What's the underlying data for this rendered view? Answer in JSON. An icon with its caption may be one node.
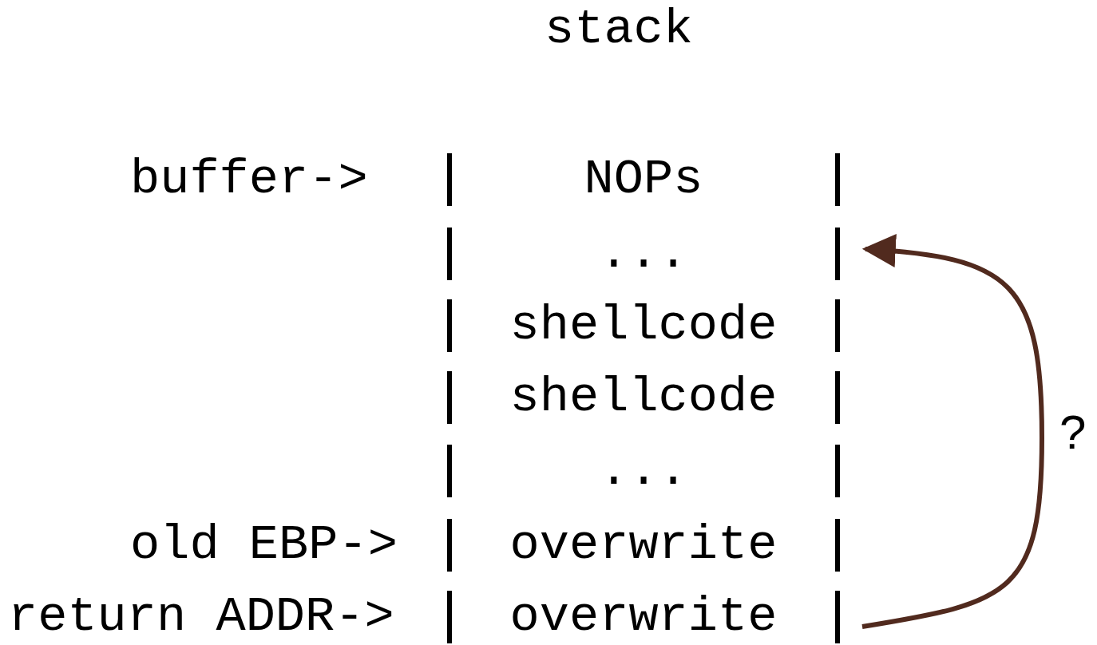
{
  "diagram": {
    "title": "stack",
    "nodes": [
      {
        "text": [
          "NOPs"
        ],
        "beside": [
          "buffer->"
        ]
      },
      {
        "text": [
          "..."
        ]
      },
      {
        "text": [
          "shellcode"
        ]
      },
      {
        "text": [
          "shellcode"
        ]
      },
      {
        "text": [
          "..."
        ]
      },
      {
        "text": [
          "overwrite"
        ],
        "beside": [
          "old EBP->"
        ]
      },
      {
        "text": [
          "overwrite"
        ],
        "beside": [
          "return ADDR->"
        ]
      }
    ],
    "edges": [
      {
        "from": 6,
        "to": 1,
        "arrow": "to",
        "label": "?",
        "color": "#512a1e"
      }
    ]
  }
}
